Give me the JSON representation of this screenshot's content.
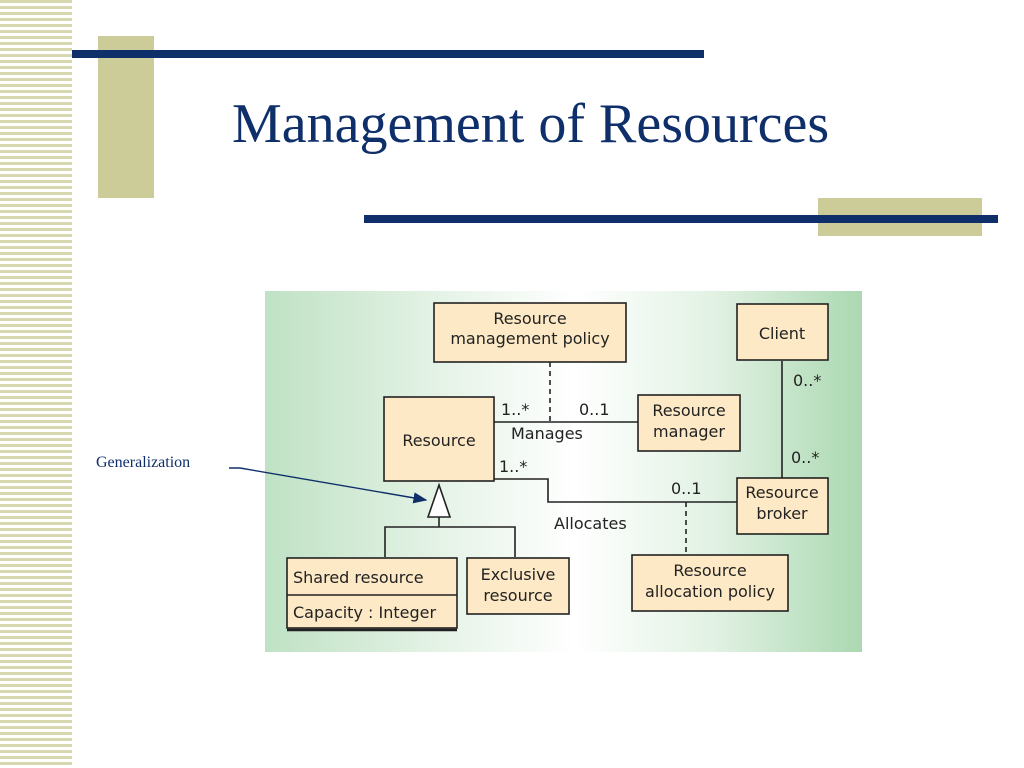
{
  "slide": {
    "title": "Management of Resources",
    "colors": {
      "navy": "#0f2f6b",
      "tan": "#cccc99",
      "box_fill": "#fde9c6"
    }
  },
  "diagram": {
    "boxes": {
      "policy": [
        "Resource",
        "management policy"
      ],
      "client": [
        "Client"
      ],
      "resource": [
        "Resource"
      ],
      "manager": [
        "Resource",
        "manager"
      ],
      "broker": [
        "Resource",
        "broker"
      ],
      "shared_name": [
        "Shared resource"
      ],
      "shared_attr": [
        "Capacity : Integer"
      ],
      "exclusive": [
        "Exclusive",
        "resource"
      ],
      "alloc_policy": [
        "Resource",
        "allocation policy"
      ]
    },
    "labels": {
      "mult_manages_resource": "1..*",
      "mult_manages_manager": "0..1",
      "manages": "Manages",
      "mult_client": "0..*",
      "mult_broker_client": "0..*",
      "mult_allocates_resource": "1..*",
      "mult_allocates_broker": "0..1",
      "allocates": "Allocates"
    },
    "callout": "Generalization"
  }
}
